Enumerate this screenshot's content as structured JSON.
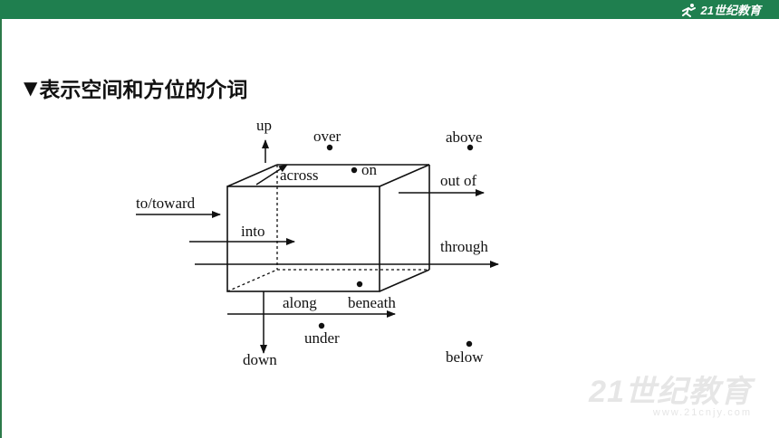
{
  "header": {
    "logo_text": "21世纪教育",
    "brand_color": "#1f7f4f"
  },
  "heading": {
    "marker": "▼",
    "title": "表示空间和方位的介词"
  },
  "diagram": {
    "labels": {
      "up": "up",
      "over": "over",
      "above": "above",
      "on": "on",
      "across": "across",
      "out_of": "out of",
      "to_toward": "to/toward",
      "into": "into",
      "through": "through",
      "along": "along",
      "beneath": "beneath",
      "under": "under",
      "down": "down",
      "below": "below"
    }
  },
  "watermark": {
    "main": "21世纪教育",
    "sub": "www.21cnjy.com"
  }
}
